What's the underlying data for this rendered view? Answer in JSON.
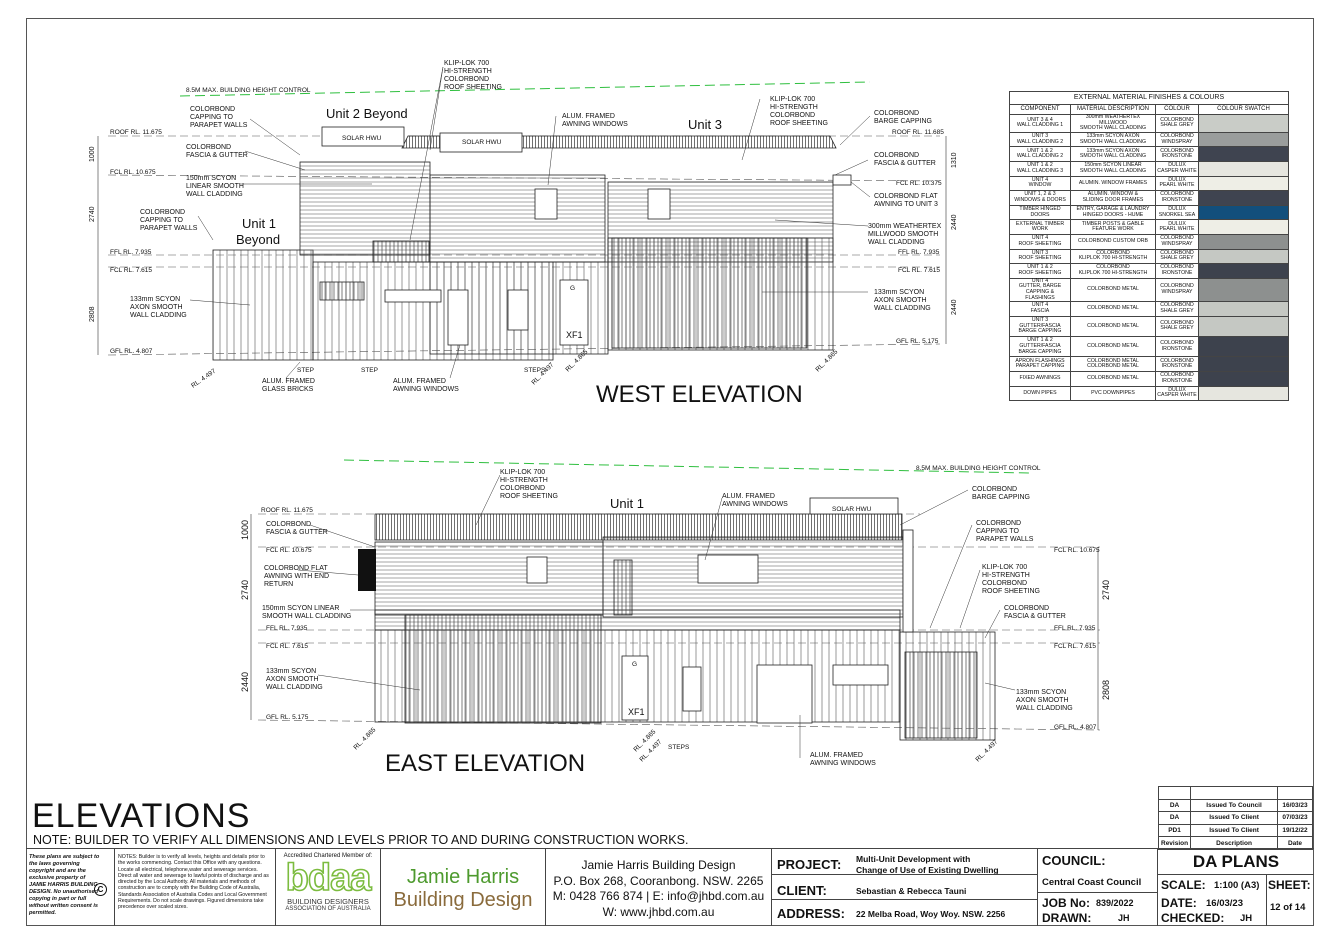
{
  "west": {
    "title": "WEST ELEVATION",
    "units": {
      "unit2": "Unit 2 Beyond",
      "unit3": "Unit 3",
      "unit1a": "Unit 1",
      "unit1b": "Beyond"
    },
    "height_control": "8.5M MAX. BUILDING HEIGHT CONTROL",
    "solar1": "SOLAR HWU",
    "solar2": "SOLAR HWU",
    "door": "G",
    "door_tag": "XF1",
    "levels_left": [
      "ROOF RL. 11.675",
      "FCL RL. 10.675",
      "FFL RL. 7.935",
      "FCL RL. 7.615",
      "GFL RL. 4.807"
    ],
    "levels_right": [
      "ROOF RL. 11.685",
      "FCL RL. 10.375",
      "FFL RL. 7.935",
      "FCL RL. 7.615",
      "GFL RL. 5.175"
    ],
    "dims_left": [
      "1000",
      "2740",
      "2808"
    ],
    "dims_right": [
      "1310",
      "2440",
      "2440"
    ],
    "rl_ground": [
      "RL. 4.497",
      "RL. 4.497",
      "RL. 4.865",
      "RL. 4.865"
    ],
    "steps": [
      "STEP",
      "STEP",
      "STEPS"
    ],
    "notes": {
      "klip": "KLIP-LOK 700|HI-STRENGTH|COLORBOND|ROOF SHEETING",
      "klip_r": "KLIP-LOK 700|HI-STRENGTH|COLORBOND|ROOF SHEETING",
      "cap": "COLORBOND|CAPPING TO|PARAPET WALLS",
      "fascia": "COLORBOND|FASCIA & GUTTER",
      "linear": "150mm SCYON|LINEAR SMOOTH|WALL CLADDING",
      "cap2": "COLORBOND|CAPPING TO|PARAPET WALLS",
      "axon": "133mm SCYON|AXON SMOOTH|WALL CLADDING",
      "awning": "ALUM. FRAMED|AWNING WINDOWS",
      "barge": "COLORBOND|BARGE CAPPING",
      "fascia_r": "COLORBOND|FASCIA & GUTTER",
      "flat": "COLORBOND FLAT|AWNING TO UNIT 3",
      "weathertex": "300mm WEATHERTEX|MILLWOOD SMOOTH|WALL CLADDING",
      "axon_r": "133mm SCYON|AXON SMOOTH|WALL CLADDING",
      "bricks": "ALUM. FRAMED|GLASS BRICKS",
      "awning_b": "ALUM. FRAMED|AWNING WINDOWS"
    }
  },
  "east": {
    "title": "EAST ELEVATION",
    "unit": "Unit 1",
    "height_control": "8.5M MAX. BUILDING HEIGHT CONTROL",
    "solar": "SOLAR HWU",
    "door": "G",
    "door_tag": "XF1",
    "levels_left": [
      "ROOF RL. 11.675",
      "FCL RL. 10.675",
      "FFL RL. 7.935",
      "FCL RL. 7.615",
      "GFL RL. 5.175"
    ],
    "levels_right": [
      "FCL RL. 10.675",
      "FFL RL. 7.935",
      "FCL RL. 7.615",
      "GFL RL. 4.807"
    ],
    "dims_left": [
      "1000",
      "2740",
      "2440"
    ],
    "dims_right": [
      "2740",
      "2808"
    ],
    "rl_ground": [
      "RL. 4.865",
      "RL. 4.865",
      "RL. 4.497",
      "RL. 4.497"
    ],
    "steps": "STEPS",
    "notes": {
      "klip": "KLIP-LOK 700|HI-STRENGTH|COLORBOND|ROOF SHEETING",
      "awning": "ALUM. FRAMED|AWNING WINDOWS",
      "barge": "COLORBOND|BARGE CAPPING",
      "fascia": "COLORBOND|FASCIA & GUTTER",
      "cap": "COLORBOND|CAPPING TO|PARAPET WALLS",
      "flat": "COLORBOND FLAT|AWNING WITH END|RETURN",
      "klip_r": "KLIP-LOK 700|HI-STRENGTH|COLORBOND|ROOF SHEETING",
      "linear": "150mm SCYON LINEAR|SMOOTH WALL CLADDING",
      "fascia_r": "COLORBOND|FASCIA & GUTTER",
      "axon": "133mm SCYON|AXON SMOOTH|WALL CLADDING",
      "axon_r": "133mm SCYON|AXON SMOOTH|WALL CLADDING",
      "awning_b": "ALUM. FRAMED|AWNING WINDOWS"
    }
  },
  "finishes": {
    "title": "EXTERNAL MATERIAL FINISHES & COLOURS",
    "headers": [
      "COMPONENT",
      "MATERIAL DESCRIPTION",
      "COLOUR",
      "COLOUR SWATCH"
    ],
    "rows": [
      {
        "component": "UNIT 3 & 4|WALL CLADDING 1",
        "material": "300mm WEATHERTEX MILLWOOD|SMOOTH WALL CLADDING",
        "colour": "COLORBOND|SHALE GREY",
        "swatch": "#c9ccc7"
      },
      {
        "component": "UNIT 3|WALL CLADDING 2",
        "material": "133mm SCYON AXON|SMOOTH WALL CLADDING",
        "colour": "COLORBOND|WINDSPRAY",
        "swatch": "#9a9d9c"
      },
      {
        "component": "UNIT 1 & 2|WALL CLADDING 2",
        "material": "133mm SCYON AXON|SMOOTH WALL CLADDING",
        "colour": "COLORBOND|IRONSTONE",
        "swatch": "#3f4450"
      },
      {
        "component": "UNIT 1 & 2|WALL CLADDING 3",
        "material": "150mm SCYON LINEAR|SMOOTH WALL CLADDING",
        "colour": "DULUX|CASPER WHITE",
        "swatch": "#e6e6df"
      },
      {
        "component": "UNIT 4|WINDOW",
        "material": "ALUMIN. WINDOW FRAMES",
        "colour": "DULUX|PEARL WHITE",
        "swatch": "#eeeee6"
      },
      {
        "component": "UNIT 1, 2 & 3|WINDOWS & DOORS",
        "material": "ALUMIN. WINDOW &|SLIDING DOOR FRAMES",
        "colour": "COLORBOND|IRONSTONE",
        "swatch": "#3f4450"
      },
      {
        "component": "TIMBER HINGED|DOORS",
        "material": "ENTRY, GARAGE & LAUNDRY|HINGED DOORS - HUME",
        "colour": "DULUX|SNORKEL SEA",
        "swatch": "#124f7c"
      },
      {
        "component": "EXTERNAL TIMBER|WORK",
        "material": "TIMBER POSTS & GABLE|FEATURE WORK",
        "colour": "DULUX|PEARL WHITE",
        "swatch": "#eeeee6"
      },
      {
        "component": "UNIT 4|ROOF SHEETING",
        "material": "COLORBOND CUSTOM ORB",
        "colour": "COLORBOND|WINDSPRAY",
        "swatch": "#8d908f"
      },
      {
        "component": "UNIT 3|ROOF SHEETING",
        "material": "COLORBOND|KLIPLOK 700 HI-STRENGTH",
        "colour": "COLORBOND|SHALE GREY",
        "swatch": "#c5c8c3"
      },
      {
        "component": "UNIT 1 & 2|ROOF SHEETING",
        "material": "COLORBOND|KLIPLOK 700 HI-STRENGTH",
        "colour": "COLORBOND|IRONSTONE",
        "swatch": "#3d424d"
      },
      {
        "component": "UNIT 4|GUTTER, BARGE|CAPPING & FLASHINGS",
        "material": "COLORBOND METAL",
        "colour": "COLORBOND|WINDSPRAY",
        "swatch": "#8d908f"
      },
      {
        "component": "UNIT 4|FASCIA",
        "material": "COLORBOND METAL",
        "colour": "COLORBOND|SHALE GREY",
        "swatch": "#c5c8c3"
      },
      {
        "component": "UNIT 3|GUTTER/FASCIA|BARGE CAPPING",
        "material": "COLORBOND METAL",
        "colour": "COLORBOND|SHALE GREY",
        "swatch": "#c5c8c3"
      },
      {
        "component": "UNIT 1 & 2|GUTTER/FASCIA|BARGE CAPPING",
        "material": "COLORBOND METAL",
        "colour": "COLORBOND|IRONSTONE",
        "swatch": "#3d424d"
      },
      {
        "component": "APRON FLASHINGS|PARAPET CAPPING",
        "material": "COLORBOND METAL|COLORBOND METAL",
        "colour": "COLORBOND|IRONSTONE",
        "swatch": "#3d424d"
      },
      {
        "component": "FIXED AWNINGS",
        "material": "COLORBOND METAL",
        "colour": "COLORBOND|IRONSTONE",
        "swatch": "#3d424d"
      },
      {
        "component": "DOWN PIPES",
        "material": "PVC DOWNPIPES",
        "colour": "DULUX|CASPER WHITE",
        "swatch": "#e6e6df"
      }
    ]
  },
  "revisions": {
    "rows": [
      {
        "rev": "DA",
        "desc": "Issued To Council",
        "date": "16/03/23"
      },
      {
        "rev": "DA",
        "desc": "Issued To Client",
        "date": "07/03/23"
      },
      {
        "rev": "PD1",
        "desc": "Issued To Client",
        "date": "19/12/22"
      }
    ],
    "headers": [
      "Revision",
      "Description",
      "Date"
    ]
  },
  "sheet": {
    "title": "ELEVATIONS",
    "note": "NOTE: BUILDER TO VERIFY ALL DIMENSIONS AND LEVELS PRIOR TO AND DURING CONSTRUCTION WORKS."
  },
  "titleblock": {
    "copyright": "These plans are subject to the laws governing copyright and are the exclusive property of JAMIE HARRIS BUILDING DESIGN. No unauthorised copying in part or full without written consent is permitted.",
    "copyright_symbol": "C",
    "notes": "NOTES: Builder is to verify all levels, heights and details prior to the works commencing. Contact this Office with any questions. Locate all electrical, telephone,water and sewerage services. Direct all water and sewerage to lawful points of discharge and as directed by the Local Authority. All materials and methods of construction are to comply with the Building Code of Australia, Standards Association of Australia Codes and Local Government Requirements. Do not scale drawings. Figured dimensions take precedence over scaled sizes.",
    "member": "Accredited Chartered Member of:",
    "bdaa_logo": "bdaa",
    "bdaa_1": "BUILDING DESIGNERS",
    "bdaa_2": "ASSOCIATION OF AUSTRALIA",
    "brand_1": "Jamie Harris",
    "brand_2": "Building Design",
    "company": "Jamie Harris Building Design",
    "po": "P.O. Box 268, Cooranbong. NSW. 2265",
    "phone": "M: 0428 766 874 | E: info@jhbd.com.au",
    "web": "W: www.jhbd.com.au",
    "project_label": "PROJECT:",
    "project": "Multi-Unit Development with|Change of Use of Existing Dwelling",
    "client_label": "CLIENT:",
    "client": "Sebastian & Rebecca Tauni",
    "address_label": "ADDRESS:",
    "address": "22 Melba Road, Woy Woy. NSW. 2256",
    "council_label": "COUNCIL:",
    "council": "Central Coast Council",
    "job_label": "JOB No:",
    "job": "839/2022",
    "drawn_label": "DRAWN:",
    "drawn": "JH",
    "plans": "DA PLANS",
    "scale_label": "SCALE:",
    "scale": "1:100 (A3)",
    "sheet_label": "SHEET:",
    "sheet_no": "12 of 14",
    "date_label": "DATE:",
    "date": "16/03/23",
    "checked_label": "CHECKED:",
    "checked": "JH"
  }
}
